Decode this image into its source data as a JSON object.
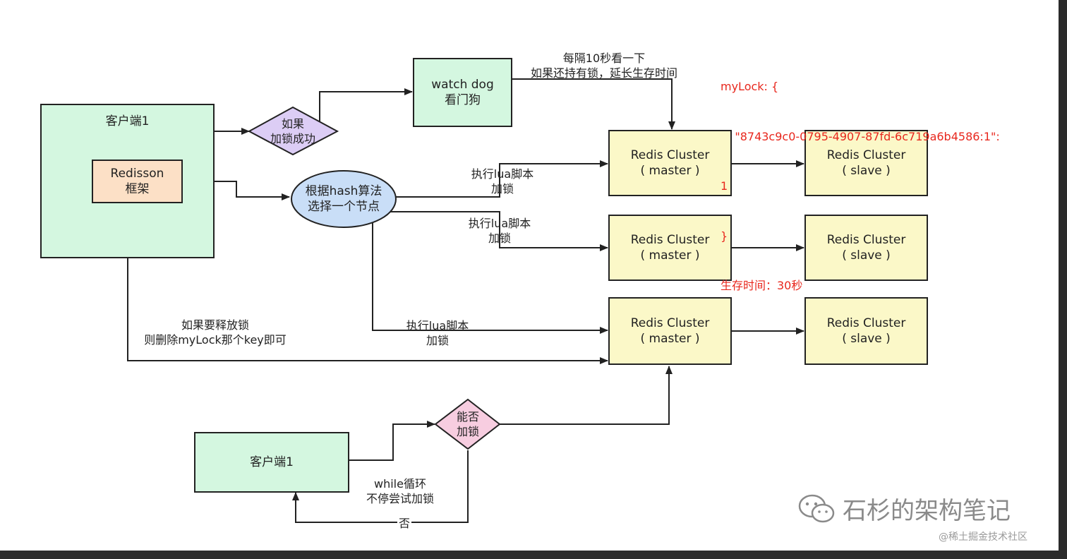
{
  "nodes": {
    "client_top": {
      "title": "客户端1"
    },
    "redisson": {
      "line1": "Redisson",
      "line2": "框架"
    },
    "if_lock_success": {
      "line1": "如果",
      "line2": "加锁成功"
    },
    "watchdog": {
      "line1": "watch dog",
      "line2": "看门狗"
    },
    "hash_select": {
      "line1": "根据hash算法",
      "line2": "选择一个节点"
    },
    "master1": {
      "line1": "Redis Cluster",
      "line2": "( master )"
    },
    "master2": {
      "line1": "Redis Cluster",
      "line2": "( master )"
    },
    "master3": {
      "line1": "Redis Cluster",
      "line2": "( master )"
    },
    "slave1": {
      "line1": "Redis Cluster",
      "line2": "( slave )"
    },
    "slave2": {
      "line1": "Redis Cluster",
      "line2": "( slave )"
    },
    "slave3": {
      "line1": "Redis Cluster",
      "line2": "( slave )"
    },
    "client_bottom": {
      "title": "客户端1"
    },
    "can_lock": {
      "line1": "能否",
      "line2": "加锁"
    }
  },
  "labels": {
    "watchdog_note": {
      "line1": "每隔10秒看一下",
      "line2": "如果还持有锁，延长生存时间"
    },
    "lua1": {
      "line1": "执行lua脚本",
      "line2": "加锁"
    },
    "lua2": {
      "line1": "执行lua脚本",
      "line2": "加锁"
    },
    "lua3": {
      "line1": "执行lua脚本",
      "line2": "加锁"
    },
    "release": {
      "line1": "如果要释放锁",
      "line2": "则删除myLock那个key即可"
    },
    "while_loop": {
      "line1": "while循环",
      "line2": "不停尝试加锁"
    },
    "no": "否"
  },
  "lock_info": {
    "line1": "myLock: {",
    "line2": "    \"8743c9c0-0795-4907-87fd-6c719a6b4586:1\":",
    "line3": "1",
    "line4": "}",
    "line5": "生存时间：30秒"
  },
  "watermark": {
    "text": "石杉的架构笔记",
    "icon": "wechat-icon"
  },
  "site": "@稀土掘金技术社区",
  "colors": {
    "client": "#d4f7e0",
    "redis": "#fbf8c8",
    "redisson": "#fce0c6",
    "if_diamond": "#dccdf5",
    "hash_ellipse": "#c9def7",
    "can_lock_diamond": "#f7cde0",
    "lock_info_text": "#e8271d"
  }
}
